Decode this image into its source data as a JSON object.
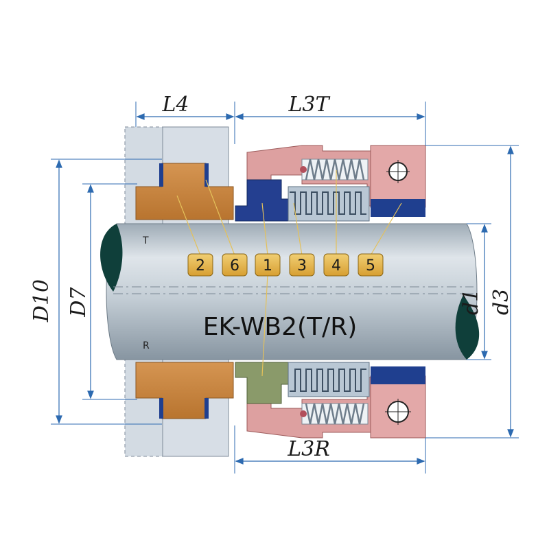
{
  "diagram": {
    "title": "EK-WB2(T/R)",
    "side_top": "T",
    "side_bottom": "R",
    "dimensions": {
      "L4": "L4",
      "L3T": "L3T",
      "L3R": "L3R",
      "D10": "D10",
      "D7": "D7",
      "d1": "d1",
      "d3": "d3"
    },
    "part_badges": [
      "2",
      "6",
      "1",
      "3",
      "4",
      "5"
    ]
  },
  "colors": {
    "shaft": "#c9d3da",
    "gland": "#d2dae2",
    "seat": "#c9803e",
    "housing": "#d99a9a",
    "seal_face": "#1f3f8f",
    "oring": "#0f3f3a",
    "dimension_line": "#2d6ab0",
    "badge": "#e3b24a"
  }
}
